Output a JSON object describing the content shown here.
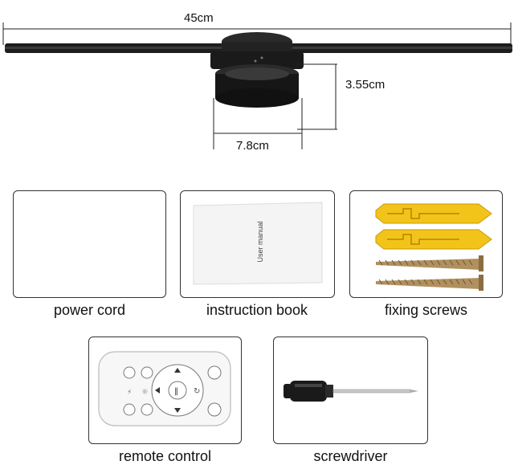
{
  "dimensions": {
    "width_label": "45cm",
    "height_label": "3.55cm",
    "base_label": "7.8cm"
  },
  "items": {
    "power_cord": "power cord",
    "instruction_book": "instruction book",
    "manual_cover_text": "User manual",
    "fixing_screws": "fixing screws",
    "remote_control": "remote control",
    "screwdriver": "screwdriver"
  },
  "colors": {
    "anchor_yellow": "#f2c41a",
    "screw_metal": "#a88a5a",
    "device_black": "#1a1a1a"
  }
}
